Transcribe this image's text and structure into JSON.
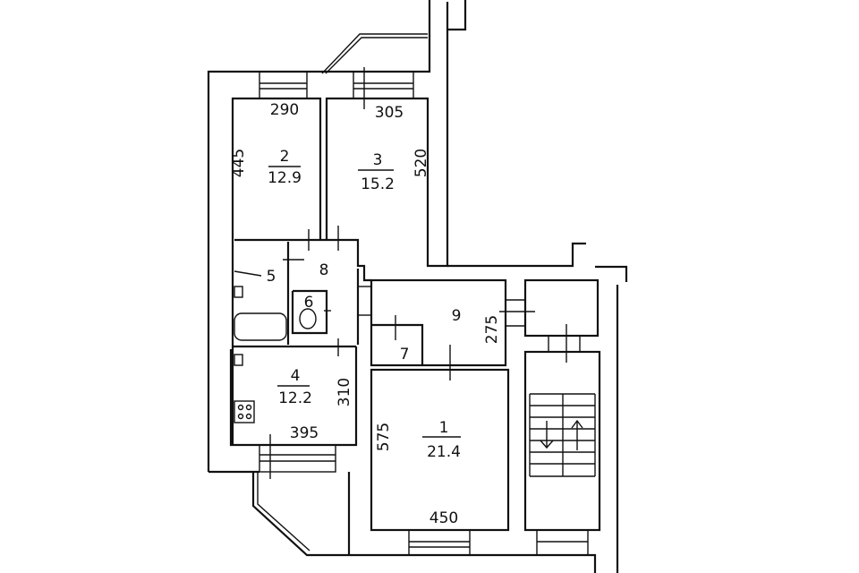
{
  "plan": {
    "rooms": [
      {
        "number": "1",
        "area": "21.4"
      },
      {
        "number": "2",
        "area": "12.9"
      },
      {
        "number": "3",
        "area": "15.2"
      },
      {
        "number": "4",
        "area": "12.2"
      },
      {
        "number": "5"
      },
      {
        "number": "6"
      },
      {
        "number": "7"
      },
      {
        "number": "8"
      },
      {
        "number": "9"
      }
    ],
    "dimensions": {
      "room2_width": "290",
      "room2_length": "445",
      "room3_width": "305",
      "room3_length": "520",
      "room4_width": "395",
      "room4_length": "310",
      "room1_width": "450",
      "room1_length": "575",
      "room9_length": "275"
    }
  }
}
